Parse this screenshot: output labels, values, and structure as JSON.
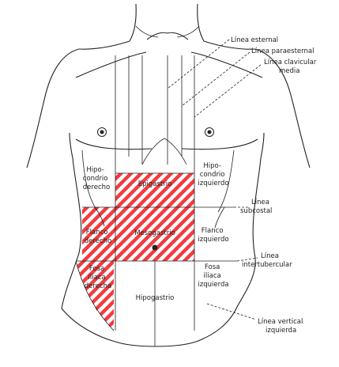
{
  "colors": {
    "hatch": "#f23b40",
    "outline": "#222222",
    "background": "#ffffff"
  },
  "regions": {
    "hipocondrio_derecho": [
      "Hipo-",
      "condrio",
      "derecho"
    ],
    "epigastrio": [
      "Epigastrio"
    ],
    "hipocondrio_izquierdo": [
      "Hipo-",
      "condrio",
      "izquierdo"
    ],
    "flanco_derecho": [
      "Flanco",
      "derecho"
    ],
    "mesogastrio": [
      "Mesogastrio"
    ],
    "flanco_izquierdo": [
      "Flanco",
      "izquierdo"
    ],
    "fosa_iliaca_derecha": [
      "Fosa",
      "iliaca",
      "derecha"
    ],
    "hipogastrio": [
      "Hipogastrio"
    ],
    "fosa_iliaca_izquierda": [
      "Fosa",
      "iliaca",
      "izquierda"
    ]
  },
  "callouts": {
    "linea_esternal": [
      "Línea esternal"
    ],
    "linea_paraesternal": [
      "Línea paraesternal"
    ],
    "linea_clavicular_media": [
      "Línea clavicular",
      "media"
    ],
    "linea_subcostal": [
      "Línea",
      "subcostal"
    ],
    "linea_intertubercular": [
      "Línea",
      "intertubercular"
    ],
    "linea_vertical_izquierda": [
      "Línea vertical",
      "izquierda"
    ]
  }
}
